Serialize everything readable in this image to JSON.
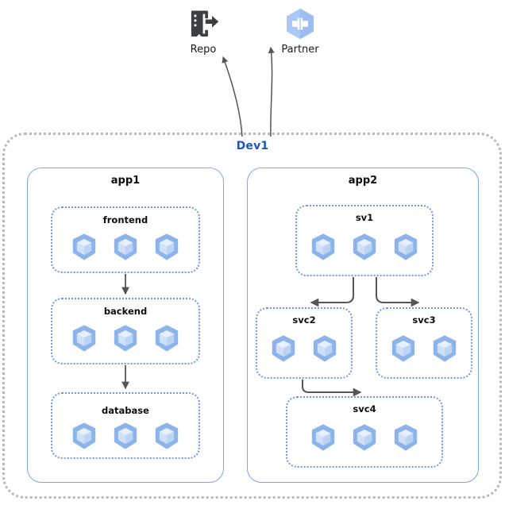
{
  "diagram": {
    "title": "Dev1",
    "external_nodes": [
      {
        "id": "repo",
        "label": "Repo",
        "icon": "repository-icon",
        "color": "#3c4043"
      },
      {
        "id": "partner",
        "label": "Partner",
        "icon": "partner-interconnect-icon",
        "color": "#8ab4f8"
      }
    ],
    "environment": {
      "name": "Dev1",
      "name_color": "#1a56c4",
      "border_color": "#b9b9b9",
      "border_style": "dotted"
    },
    "apps": [
      {
        "id": "app1",
        "label": "app1",
        "border_color": "#7da7e8",
        "services": [
          {
            "id": "frontend",
            "label": "frontend",
            "pods": 3
          },
          {
            "id": "backend",
            "label": "backend",
            "pods": 3
          },
          {
            "id": "database",
            "label": "database",
            "pods": 3
          }
        ]
      },
      {
        "id": "app2",
        "label": "app2",
        "border_color": "#7da7e8",
        "services": [
          {
            "id": "sv1",
            "label": "sv1",
            "pods": 3
          },
          {
            "id": "svc2",
            "label": "svc2",
            "pods": 2
          },
          {
            "id": "svc3",
            "label": "svc3",
            "pods": 2
          },
          {
            "id": "svc4",
            "label": "svc4",
            "pods": 3
          }
        ]
      }
    ],
    "connections": [
      {
        "from": "frontend",
        "to": "backend",
        "style": "straight"
      },
      {
        "from": "backend",
        "to": "database",
        "style": "straight"
      },
      {
        "from": "sv1",
        "to": "svc2",
        "style": "elbow"
      },
      {
        "from": "sv1",
        "to": "svc3",
        "style": "elbow"
      },
      {
        "from": "svc2",
        "to": "svc4",
        "style": "elbow"
      },
      {
        "from": "Dev1",
        "to": "repo",
        "style": "curve"
      },
      {
        "from": "Dev1",
        "to": "partner",
        "style": "curve"
      }
    ],
    "pod_icon": "cube-pod-icon",
    "arrow_color": "#555555"
  }
}
